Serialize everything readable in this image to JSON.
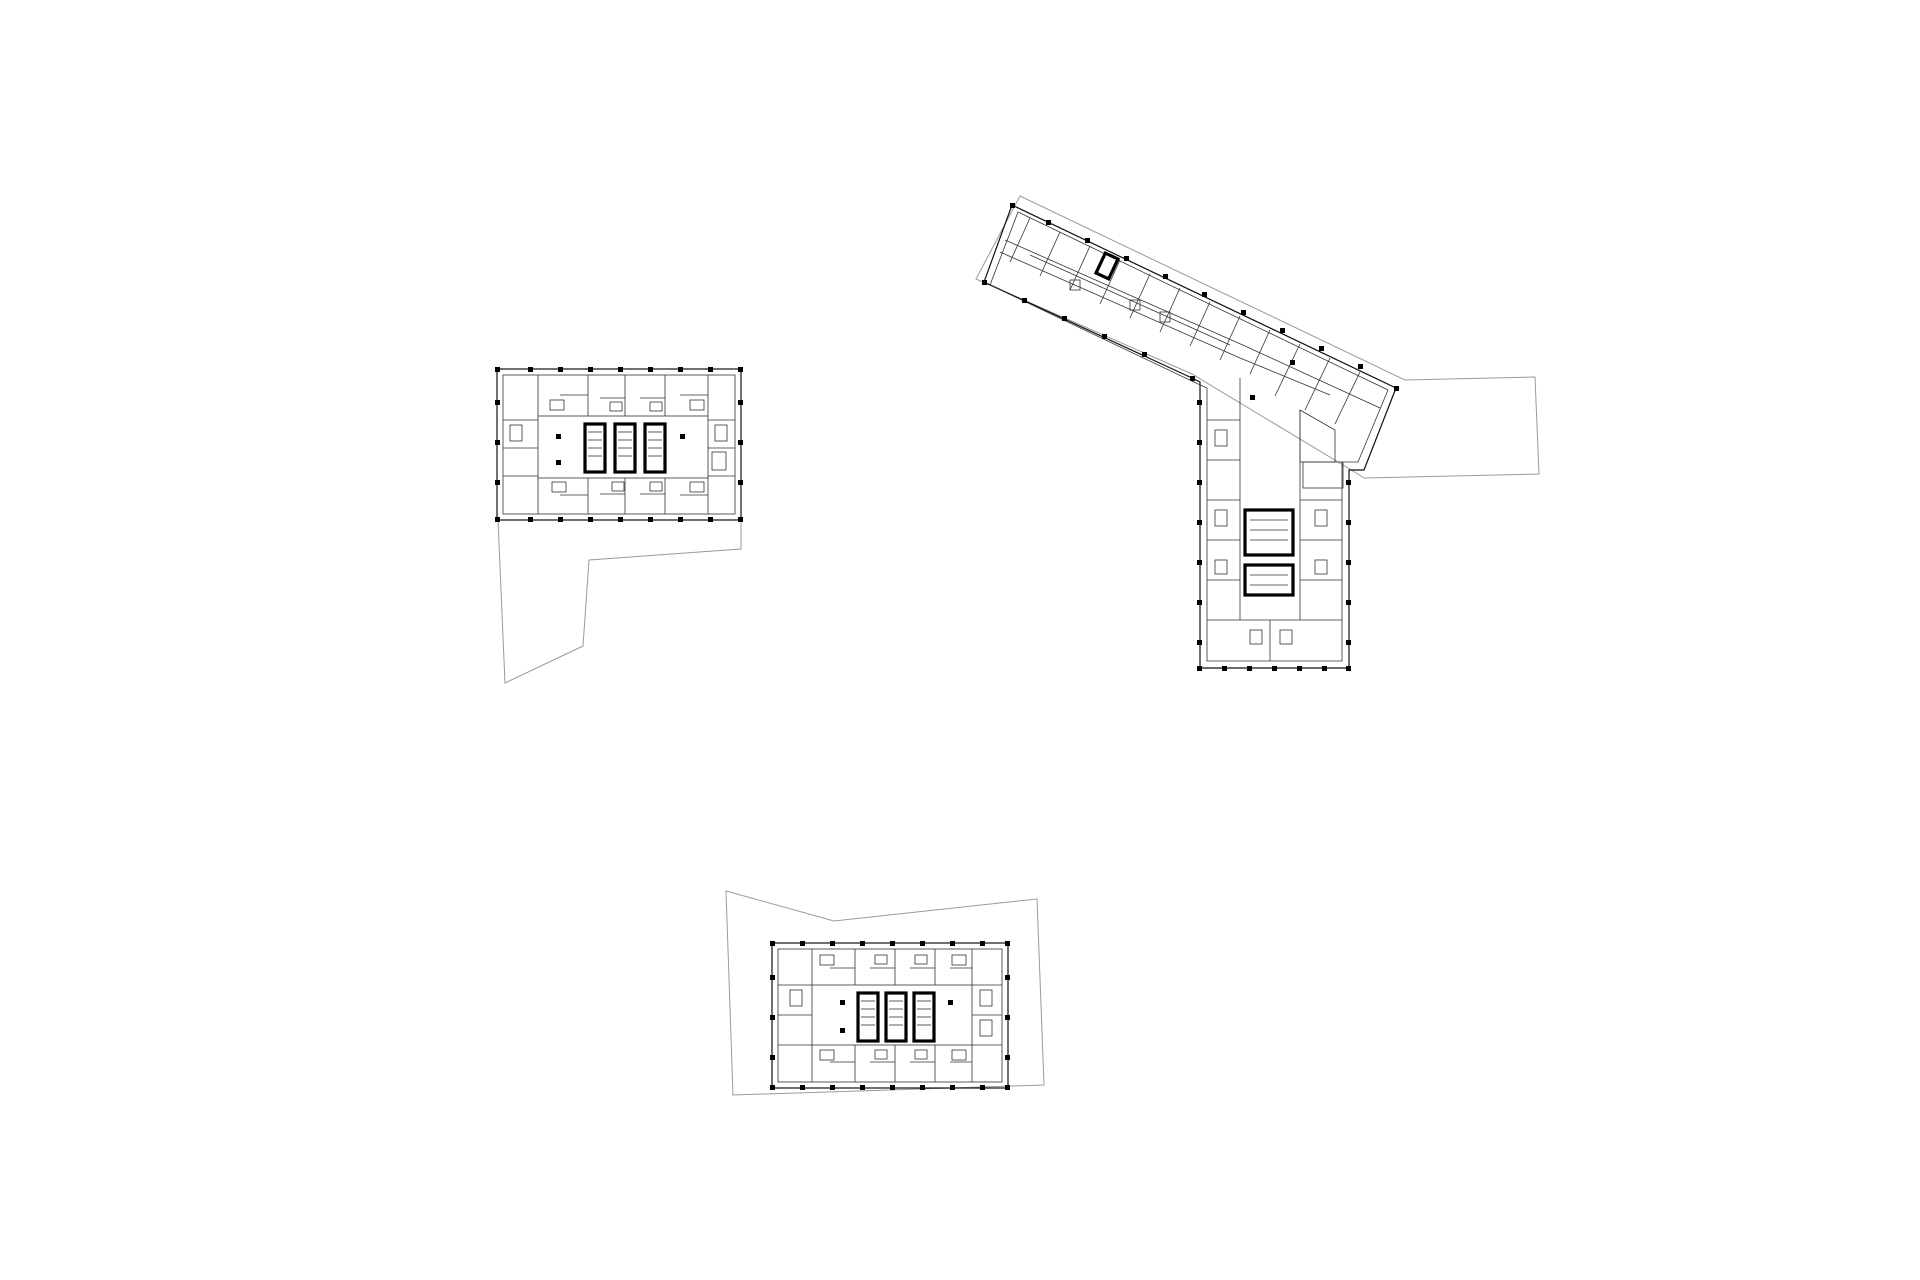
{
  "diagram": {
    "type": "architectural-floor-plan",
    "background": "#ffffff",
    "line_color": "#111111",
    "site_outline_color": "#9a9a9a",
    "buildings": [
      {
        "id": "west-tower",
        "shape": "rectangle",
        "stair_cores": 3
      },
      {
        "id": "east-wing",
        "shape": "angled-L",
        "stair_cores": 2
      },
      {
        "id": "south-tower",
        "shape": "rectangle",
        "stair_cores": 3
      }
    ]
  }
}
